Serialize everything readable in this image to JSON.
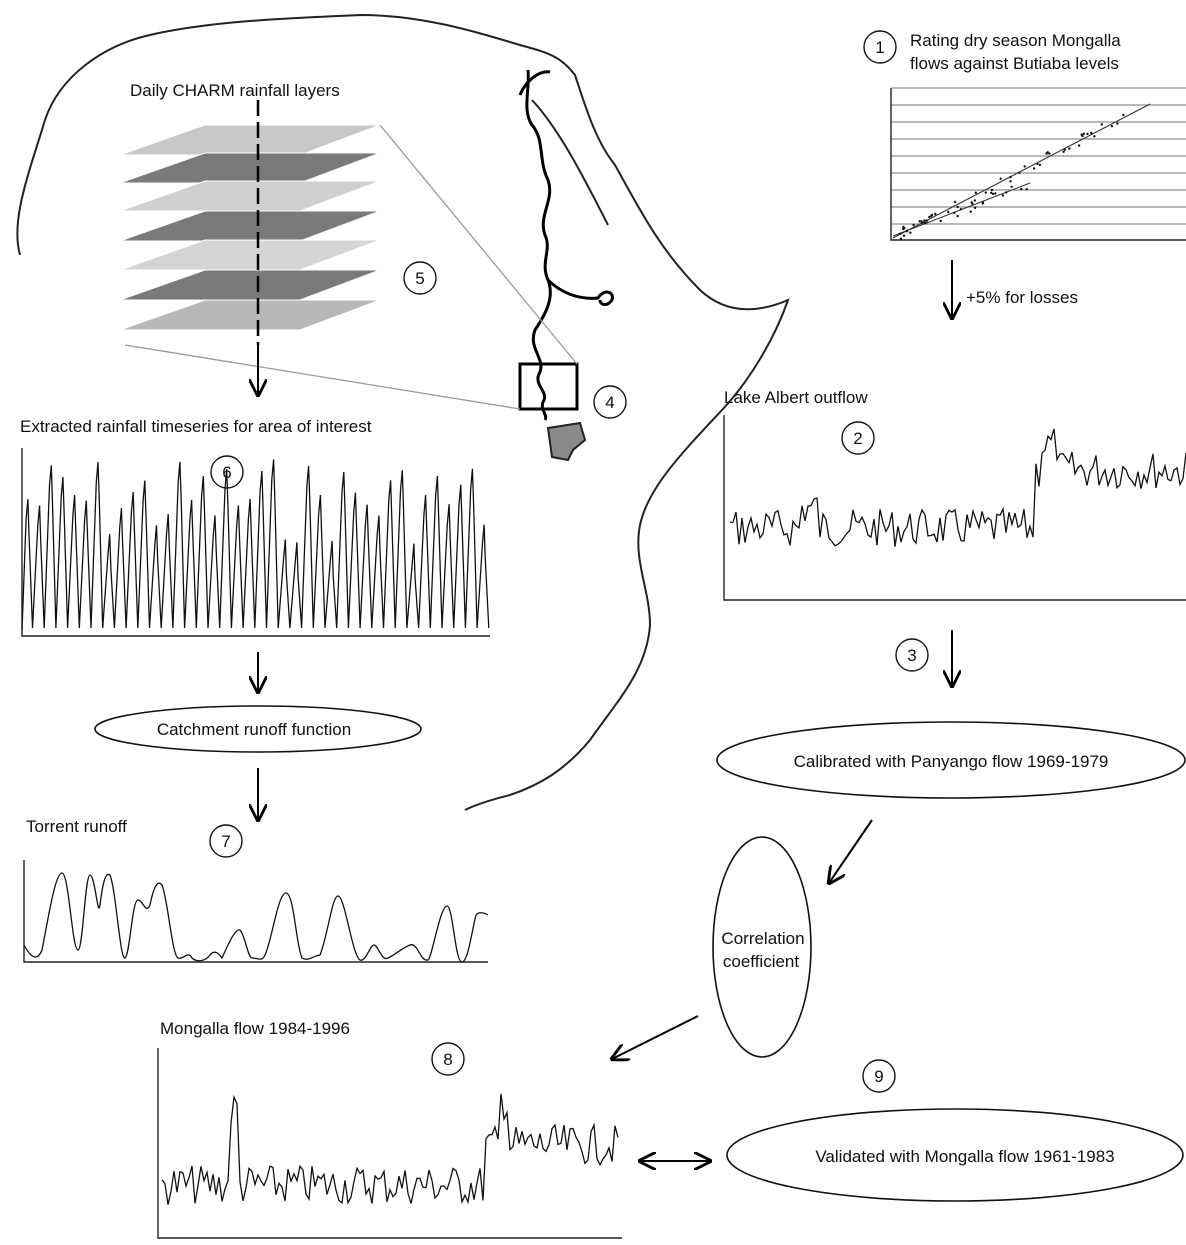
{
  "rating_panel": {
    "title_line1": "Rating dry season Mongalla",
    "title_line2": "flows against Butiaba levels",
    "step": "1"
  },
  "losses_label": "+5% for losses",
  "lake_albert": {
    "title": "Lake Albert outflow",
    "step": "2"
  },
  "step3": "3",
  "calibrated_label": "Calibrated with Panyango flow 1969-1979",
  "correlation": {
    "line1": "Correlation",
    "line2": "coefficient"
  },
  "mongalla": {
    "title": "Mongalla flow 1984-1996",
    "step": "8"
  },
  "step9": "9",
  "validated_label": "Validated with Mongalla flow 1961-1983",
  "charm": {
    "title": "Daily CHARM rainfall layers",
    "step": "5"
  },
  "step4": "4",
  "rainfall_ts": {
    "title": "Extracted rainfall timeseries for area of interest",
    "step": "6"
  },
  "runoff_function_label": "Catchment runoff function",
  "torrent": {
    "title": "Torrent runoff",
    "step": "7"
  },
  "colors": {
    "layer_light": "#c8c8c8",
    "layer_dark": "#7a7a7a",
    "catchment": "#8a8a8a",
    "line": "#111111"
  }
}
